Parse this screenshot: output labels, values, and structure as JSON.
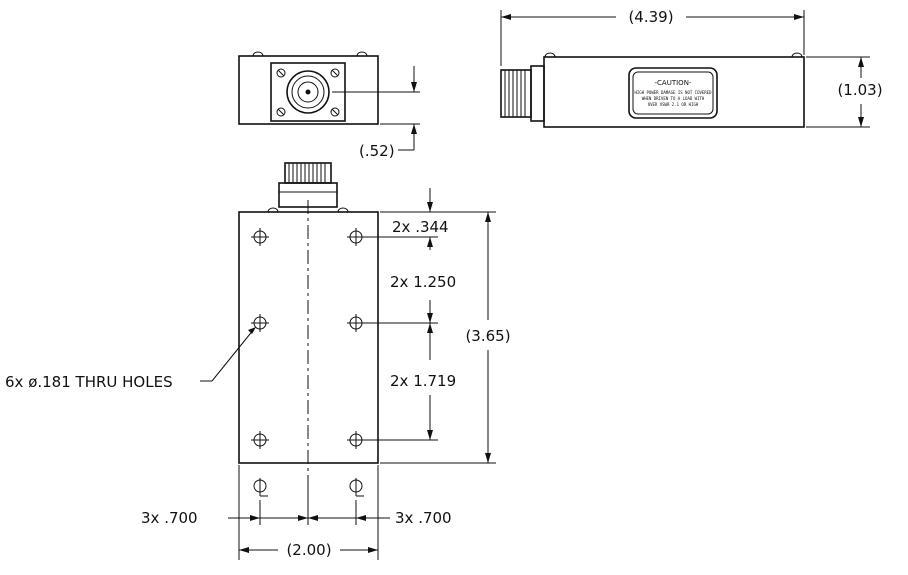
{
  "labels": {
    "side_length": "(4.39)",
    "side_height": "(1.03)",
    "end_offset": "(.52)",
    "caution_title": "-CAUTION-",
    "caution_lines": [
      "HIGH POWER DAMAGE IS NOT COVERED",
      "WHEN DRIVEN TO A LOAD WITH",
      "OVER VSWR 2.1 OR HIGH"
    ],
    "hole_top": "2x  .344",
    "hole_mid_spacing": "2x  1.250",
    "hole_bottom_spacing": "2x  1.719",
    "body_length": "(3.65)",
    "holes_note": "6x  ø.181  THRU  HOLES",
    "horiz_left": "3x  .700",
    "horiz_right": "3x  .700",
    "body_width": "(2.00)"
  }
}
